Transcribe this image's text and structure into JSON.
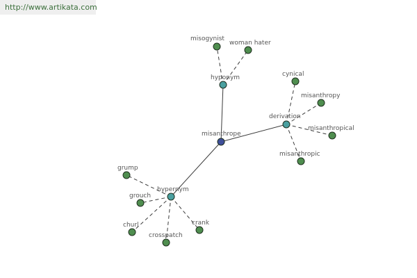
{
  "header": {
    "url": "http://www.artikata.com"
  },
  "colors": {
    "center": "#3f4f9a",
    "relation": "#4aa0a0",
    "leaf": "#4f8e4f",
    "stroke": "#1f2f1f",
    "edge": "#3a3a3a"
  },
  "graph": {
    "nodes": [
      {
        "id": "misanthrope",
        "label": "misanthrope",
        "kind": "center"
      },
      {
        "id": "hyponym",
        "label": "hyponym",
        "kind": "relation"
      },
      {
        "id": "derivation",
        "label": "derivation",
        "kind": "relation"
      },
      {
        "id": "hypernym",
        "label": "hypernym",
        "kind": "relation"
      },
      {
        "id": "misogynist",
        "label": "misogynist",
        "kind": "leaf"
      },
      {
        "id": "woman-hater",
        "label": "woman hater",
        "kind": "leaf"
      },
      {
        "id": "cynical",
        "label": "cynical",
        "kind": "leaf"
      },
      {
        "id": "misanthropy",
        "label": "misanthropy",
        "kind": "leaf"
      },
      {
        "id": "misanthropical",
        "label": "misanthropical",
        "kind": "leaf"
      },
      {
        "id": "misanthropic",
        "label": "misanthropic",
        "kind": "leaf"
      },
      {
        "id": "grump",
        "label": "grump",
        "kind": "leaf"
      },
      {
        "id": "grouch",
        "label": "grouch",
        "kind": "leaf"
      },
      {
        "id": "churl",
        "label": "churl",
        "kind": "leaf"
      },
      {
        "id": "crosspatch",
        "label": "crosspatch",
        "kind": "leaf"
      },
      {
        "id": "crank",
        "label": "crank",
        "kind": "leaf"
      }
    ],
    "edges": [
      {
        "from": "misanthrope",
        "to": "hyponym",
        "style": "solid"
      },
      {
        "from": "misanthrope",
        "to": "derivation",
        "style": "solid"
      },
      {
        "from": "misanthrope",
        "to": "hypernym",
        "style": "solid"
      },
      {
        "from": "hyponym",
        "to": "misogynist",
        "style": "dashed"
      },
      {
        "from": "hyponym",
        "to": "woman-hater",
        "style": "dashed"
      },
      {
        "from": "derivation",
        "to": "cynical",
        "style": "dashed"
      },
      {
        "from": "derivation",
        "to": "misanthropy",
        "style": "dashed"
      },
      {
        "from": "derivation",
        "to": "misanthropical",
        "style": "dashed"
      },
      {
        "from": "derivation",
        "to": "misanthropic",
        "style": "dashed"
      },
      {
        "from": "hypernym",
        "to": "grump",
        "style": "dashed"
      },
      {
        "from": "hypernym",
        "to": "grouch",
        "style": "dashed"
      },
      {
        "from": "hypernym",
        "to": "churl",
        "style": "dashed"
      },
      {
        "from": "hypernym",
        "to": "crosspatch",
        "style": "dashed"
      },
      {
        "from": "hypernym",
        "to": "crank",
        "style": "dashed"
      }
    ]
  }
}
